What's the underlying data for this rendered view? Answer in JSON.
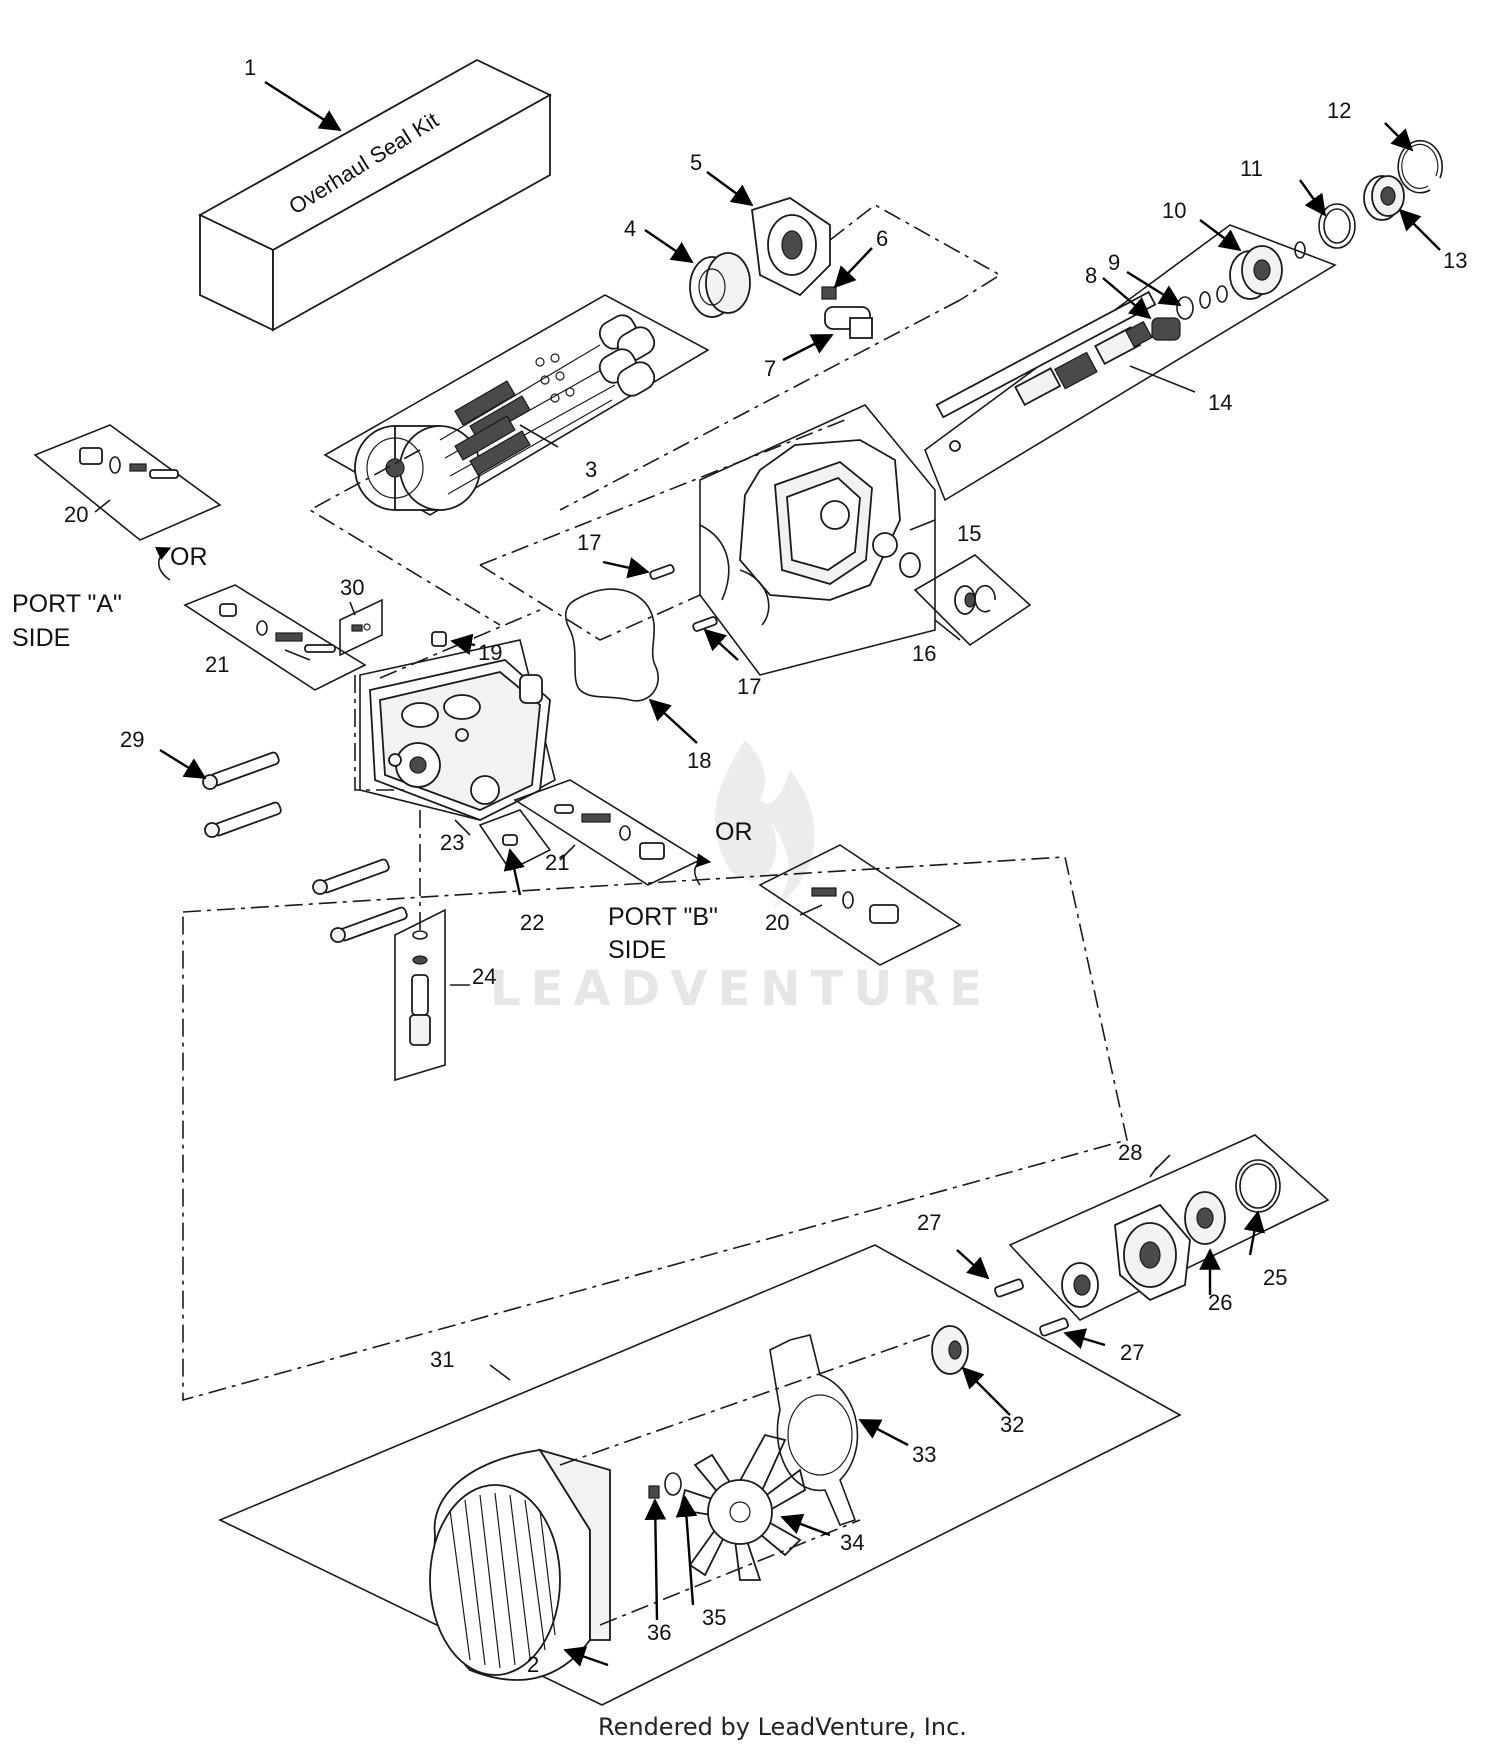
{
  "kit_label": "Overhaul Seal Kit",
  "watermark": "LEADVENTURE",
  "footer": "Rendered by LeadVenture, Inc.",
  "or_labels": [
    "OR",
    "OR"
  ],
  "port_a": [
    "PORT \"A\"",
    "SIDE"
  ],
  "port_b": [
    "PORT \"B\"",
    "SIDE"
  ],
  "callouts": [
    {
      "id": "c1",
      "text": "1"
    },
    {
      "id": "c2",
      "text": "2"
    },
    {
      "id": "c3",
      "text": "3"
    },
    {
      "id": "c4",
      "text": "4"
    },
    {
      "id": "c5",
      "text": "5"
    },
    {
      "id": "c6",
      "text": "6"
    },
    {
      "id": "c7",
      "text": "7"
    },
    {
      "id": "c8",
      "text": "8"
    },
    {
      "id": "c9",
      "text": "9"
    },
    {
      "id": "c10",
      "text": "10"
    },
    {
      "id": "c11",
      "text": "11"
    },
    {
      "id": "c12",
      "text": "12"
    },
    {
      "id": "c13",
      "text": "13"
    },
    {
      "id": "c14",
      "text": "14"
    },
    {
      "id": "c15",
      "text": "15"
    },
    {
      "id": "c16",
      "text": "16"
    },
    {
      "id": "c17a",
      "text": "17"
    },
    {
      "id": "c17b",
      "text": "17"
    },
    {
      "id": "c18",
      "text": "18"
    },
    {
      "id": "c19",
      "text": "19"
    },
    {
      "id": "c20a",
      "text": "20"
    },
    {
      "id": "c20b",
      "text": "20"
    },
    {
      "id": "c21a",
      "text": "21"
    },
    {
      "id": "c21b",
      "text": "21"
    },
    {
      "id": "c22",
      "text": "22"
    },
    {
      "id": "c23",
      "text": "23"
    },
    {
      "id": "c24",
      "text": "24"
    },
    {
      "id": "c25",
      "text": "25"
    },
    {
      "id": "c26",
      "text": "26"
    },
    {
      "id": "c27a",
      "text": "27"
    },
    {
      "id": "c27b",
      "text": "27"
    },
    {
      "id": "c28",
      "text": "28"
    },
    {
      "id": "c29",
      "text": "29"
    },
    {
      "id": "c30",
      "text": "30"
    },
    {
      "id": "c31",
      "text": "31"
    },
    {
      "id": "c32",
      "text": "32"
    },
    {
      "id": "c33",
      "text": "33"
    },
    {
      "id": "c34",
      "text": "34"
    },
    {
      "id": "c35",
      "text": "35"
    },
    {
      "id": "c36",
      "text": "36"
    }
  ]
}
